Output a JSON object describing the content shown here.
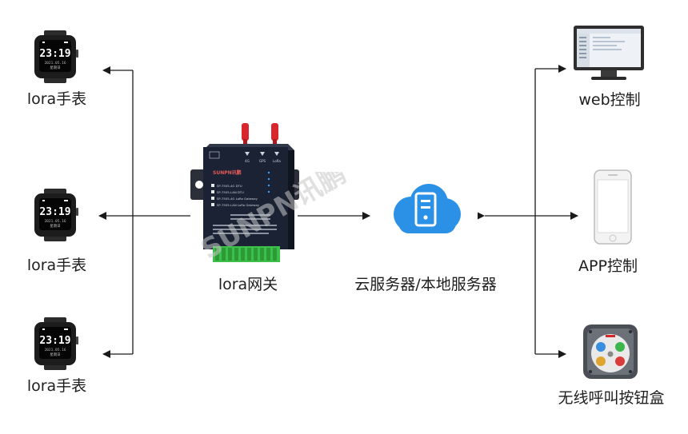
{
  "watches": [
    {
      "label": "lora手表",
      "time": "23:19",
      "date": "2021.05.16",
      "subtitle": "星期日"
    },
    {
      "label": "lora手表",
      "time": "23:19",
      "date": "2021.05.16",
      "subtitle": "星期日"
    },
    {
      "label": "lora手表",
      "time": "23:19",
      "date": "2021.05.16",
      "subtitle": "星期日"
    }
  ],
  "gateway": {
    "label": "lora网关",
    "brand": "SUNPN讯鹏",
    "antenna_labels": [
      "4G",
      "GPS",
      "LoRa"
    ],
    "model_lines": [
      "SP-7505-4G DTU",
      "SP-7505-LAN DTU",
      "SP-7505-4G LoRa Gateway",
      "SP-7505-LAN LoRa Gateway"
    ],
    "watermark": "SUNPN讯鹏"
  },
  "server": {
    "label": "云服务器/本地服务器"
  },
  "clients": [
    {
      "label": "web控制",
      "icon": "monitor-icon"
    },
    {
      "label": "APP控制",
      "icon": "smartphone-icon"
    },
    {
      "label": "无线呼叫按钮盒",
      "icon": "call-button-box-icon"
    }
  ],
  "colors": {
    "cloud": "#2a91e6",
    "gateway_body": "#1a2233",
    "terminal_green": "#3cc04a",
    "antenna_red": "#d8262c",
    "line": "#1a1a1a"
  }
}
